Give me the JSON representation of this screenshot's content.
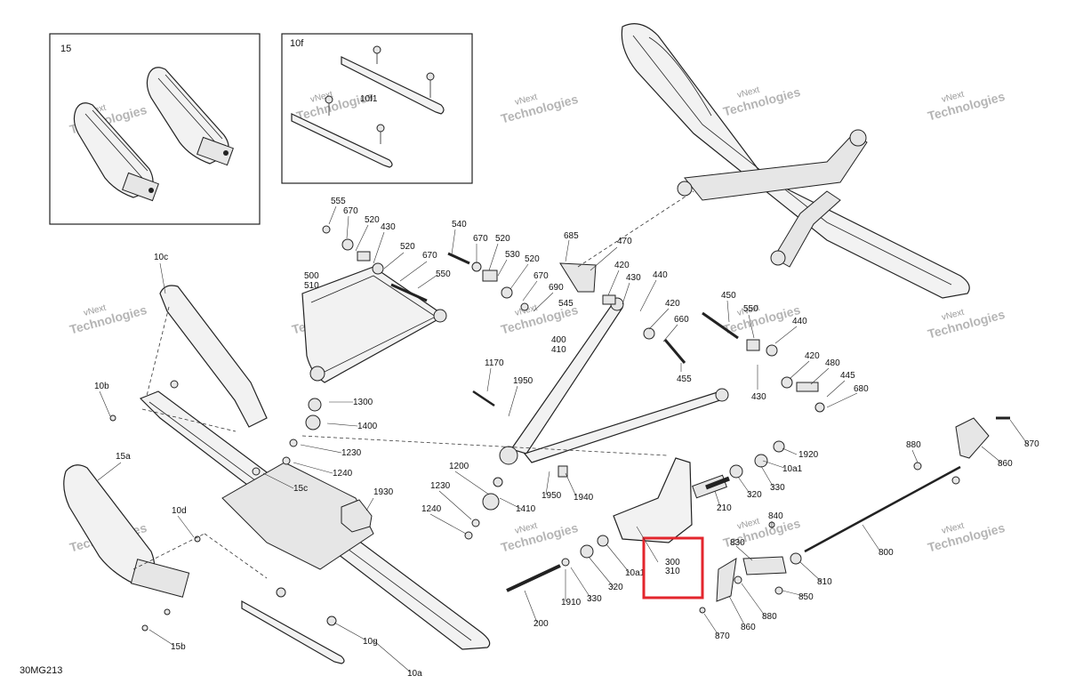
{
  "diagram_code": "30MG213",
  "watermark": {
    "line1": "vNext",
    "line2": "Technologies"
  },
  "insets": {
    "left": {
      "label": "15"
    },
    "right": {
      "label": "10f",
      "sub_label": "10f1"
    }
  },
  "highlight": {
    "line1": "300",
    "line2": "310",
    "color": "#e3262d"
  },
  "part_labels": {
    "p555": "555",
    "p670a": "670",
    "p520a": "520",
    "p430a": "430",
    "p520b": "520",
    "p670b": "670",
    "p550": "550",
    "p540": "540",
    "p670c": "670",
    "p520c": "520",
    "p530": "530",
    "p520d": "520",
    "p670d": "670",
    "p690": "690",
    "p545": "545",
    "p685": "685",
    "p470": "470",
    "p420a": "420",
    "p430b": "430",
    "p440a": "440",
    "p420b": "420",
    "p660": "660",
    "p455": "455",
    "p450": "450",
    "p550b": "550",
    "p440b": "440",
    "p420c": "420",
    "p480": "480",
    "p445": "445",
    "p680": "680",
    "p430c": "430",
    "p500": "500",
    "p510": "510",
    "p400": "400",
    "p410": "410",
    "p1170": "1170",
    "p1950a": "1950",
    "p1300": "1300",
    "p1400": "1400",
    "p1230a": "1230",
    "p1240a": "1240",
    "p10c": "10c",
    "p10b": "10b",
    "p15a": "15a",
    "p15c": "15c",
    "p10d": "10d",
    "p1930": "1930",
    "p1200": "1200",
    "p1230b": "1230",
    "p1240b": "1240",
    "p1410": "1410",
    "p1950b": "1950",
    "p1940": "1940",
    "p1920": "1920",
    "p10a1a": "10a1",
    "p320a": "320",
    "p330a": "330",
    "p210": "210",
    "p10a1b": "10a1",
    "p320b": "320",
    "p330b": "330",
    "p1910": "1910",
    "p200": "200",
    "p840": "840",
    "p830": "830",
    "p800": "800",
    "p810": "810",
    "p850": "850",
    "p880a": "880",
    "p880b": "880",
    "p860a": "860",
    "p860b": "860",
    "p870a": "870",
    "p870b": "870",
    "p15b": "15b",
    "p10g": "10g",
    "p10a": "10a"
  }
}
